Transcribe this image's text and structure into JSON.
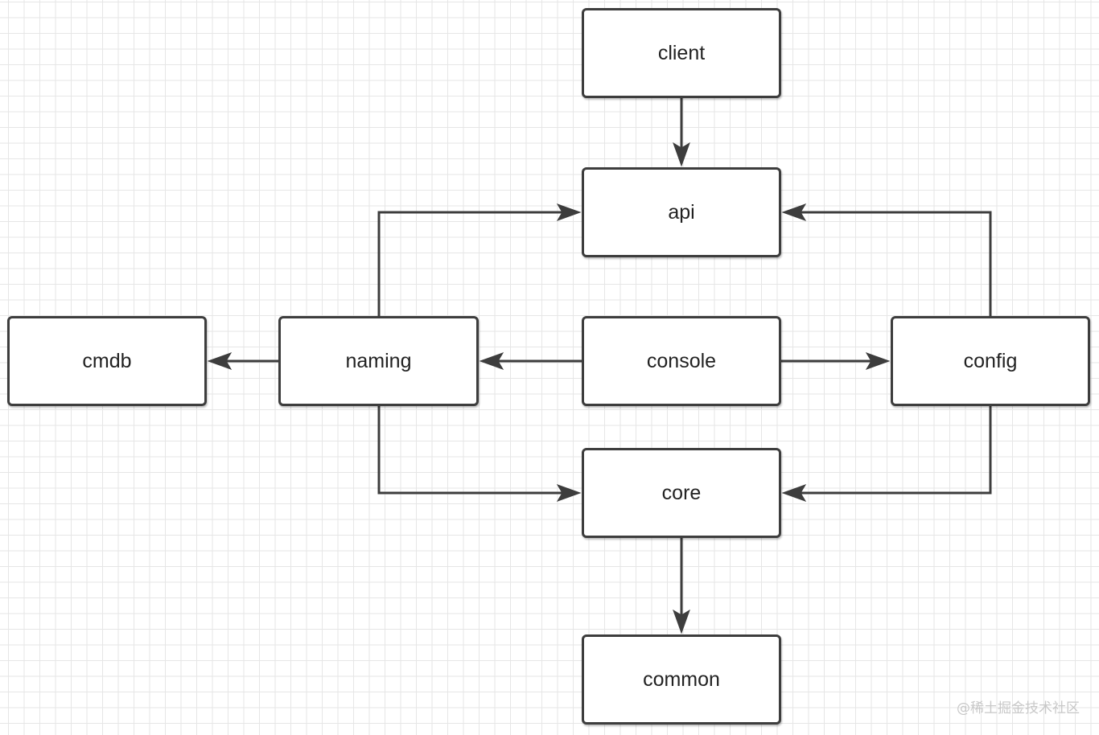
{
  "diagram": {
    "nodes": {
      "client": "client",
      "api": "api",
      "cmdb": "cmdb",
      "naming": "naming",
      "console": "console",
      "config": "config",
      "core": "core",
      "common": "common"
    },
    "edges": [
      {
        "from": "client",
        "to": "api"
      },
      {
        "from": "naming",
        "to": "api"
      },
      {
        "from": "config",
        "to": "api"
      },
      {
        "from": "naming",
        "to": "cmdb"
      },
      {
        "from": "console",
        "to": "naming"
      },
      {
        "from": "console",
        "to": "config"
      },
      {
        "from": "naming",
        "to": "core"
      },
      {
        "from": "config",
        "to": "core"
      },
      {
        "from": "core",
        "to": "common"
      }
    ],
    "colors": {
      "line": "#3d3d3d",
      "grid": "#e6e6e6",
      "background": "#ffffff"
    }
  },
  "watermark": "@稀土掘金技术社区"
}
